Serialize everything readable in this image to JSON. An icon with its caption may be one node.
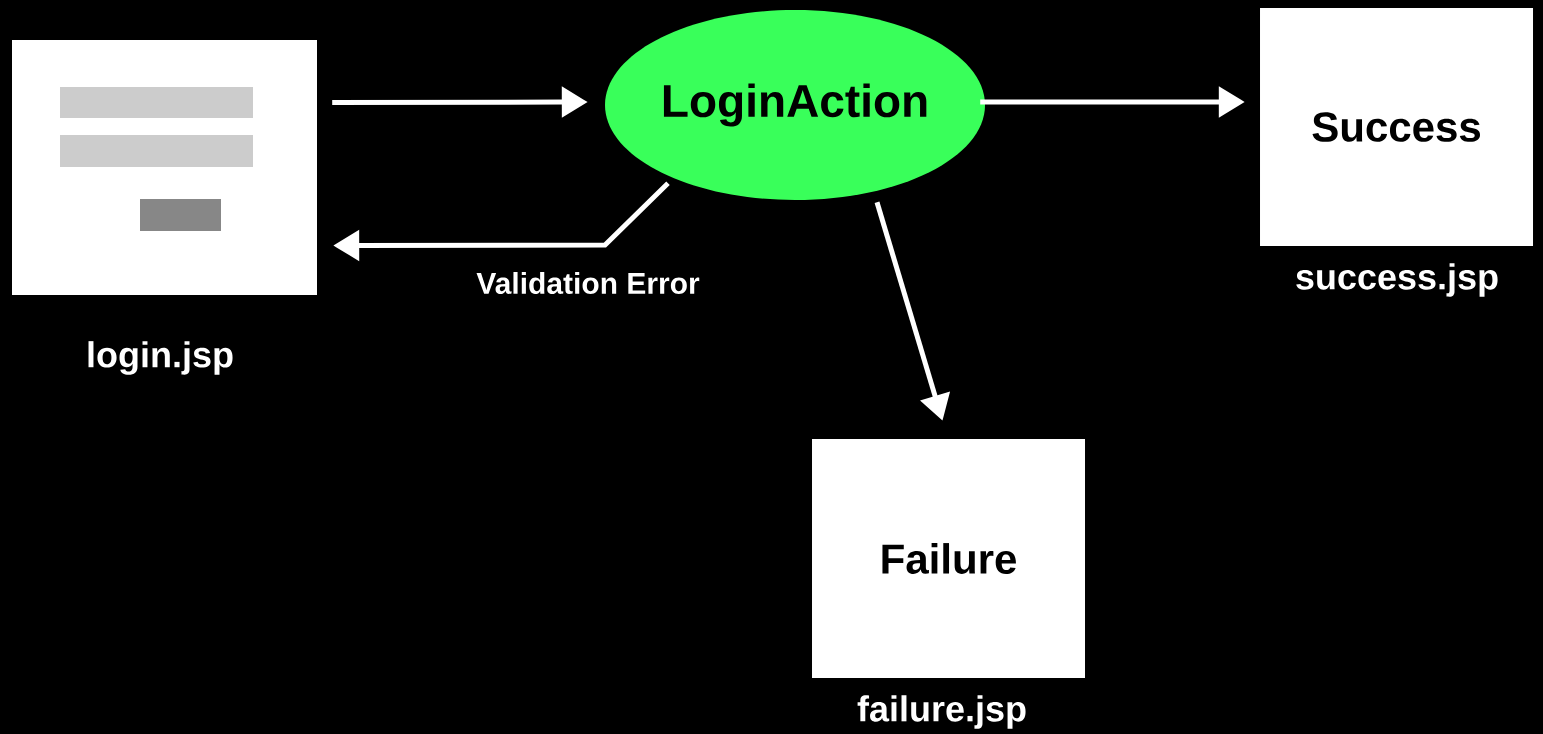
{
  "diagram": {
    "nodes": [
      {
        "text": [],
        "shape": "box",
        "beside": [
          "login.jsp"
        ]
      },
      {
        "text": [
          "LoginAction"
        ]
      },
      {
        "text": [
          "Success"
        ],
        "beside": [
          "success.jsp"
        ]
      },
      {
        "text": [
          "Failure"
        ],
        "beside": [
          "failure.jsp"
        ]
      }
    ],
    "edges": [
      {
        "from": 0,
        "to": 1,
        "arrow": "to"
      },
      {
        "from": 1,
        "to": 2,
        "arrow": "to"
      },
      {
        "from": 1,
        "to": 3,
        "arrow": "to"
      },
      {
        "from": 1,
        "to": 0,
        "arrow": "to",
        "label": "Validation Error"
      }
    ]
  }
}
